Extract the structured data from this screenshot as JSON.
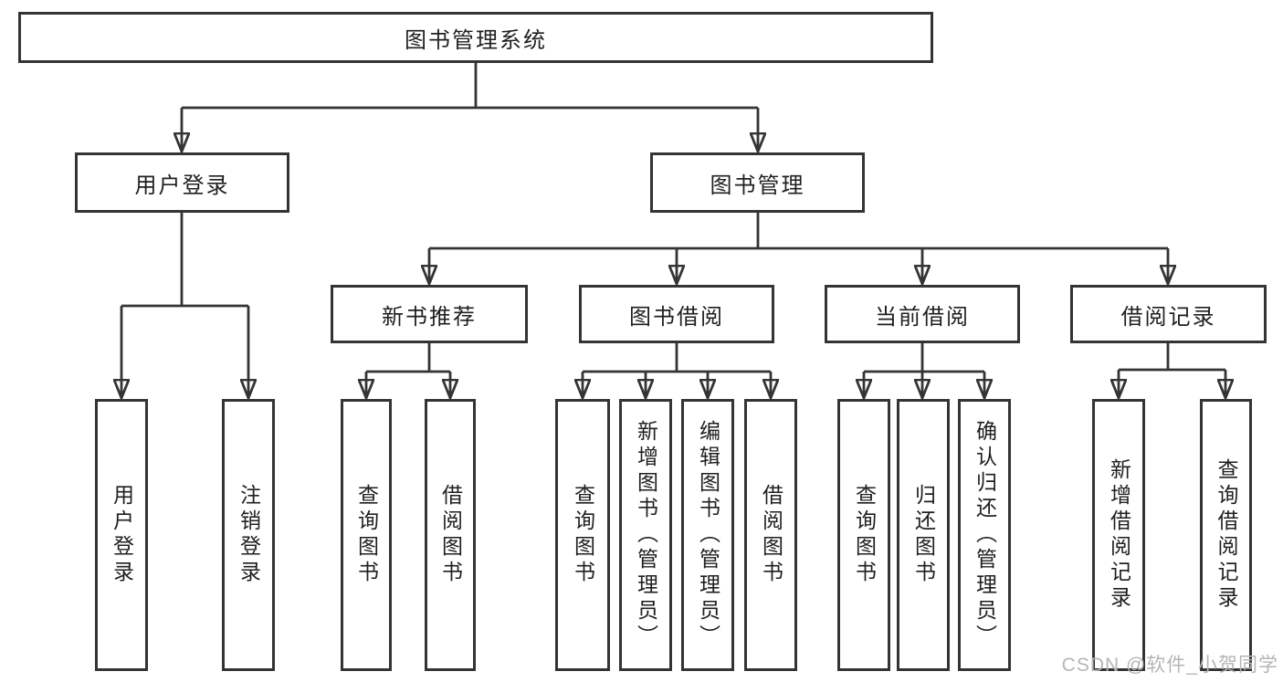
{
  "tree": {
    "root": {
      "label": "图书管理系统",
      "children": [
        {
          "label": "用户登录",
          "children": [
            {
              "label": "用户登录"
            },
            {
              "label": "注销登录"
            }
          ]
        },
        {
          "label": "图书管理",
          "children": [
            {
              "label": "新书推荐",
              "children": [
                {
                  "label": "查询图书"
                },
                {
                  "label": "借阅图书"
                }
              ]
            },
            {
              "label": "图书借阅",
              "children": [
                {
                  "label": "查询图书"
                },
                {
                  "label": "新增图书（管理员）"
                },
                {
                  "label": "编辑图书（管理员）"
                },
                {
                  "label": "借阅图书"
                }
              ]
            },
            {
              "label": "当前借阅",
              "children": [
                {
                  "label": "查询图书"
                },
                {
                  "label": "归还图书"
                },
                {
                  "label": "确认归还（管理员）"
                }
              ]
            },
            {
              "label": "借阅记录",
              "children": [
                {
                  "label": "新增借阅记录"
                },
                {
                  "label": "查询借阅记录"
                }
              ]
            }
          ]
        }
      ]
    }
  },
  "watermark": "CSDN @软件_小贺同学",
  "colors": {
    "line": "#343434",
    "box_border": "#343434",
    "text": "#1f1f1f",
    "watermark": "#b5b5b5",
    "background": "#ffffff"
  }
}
